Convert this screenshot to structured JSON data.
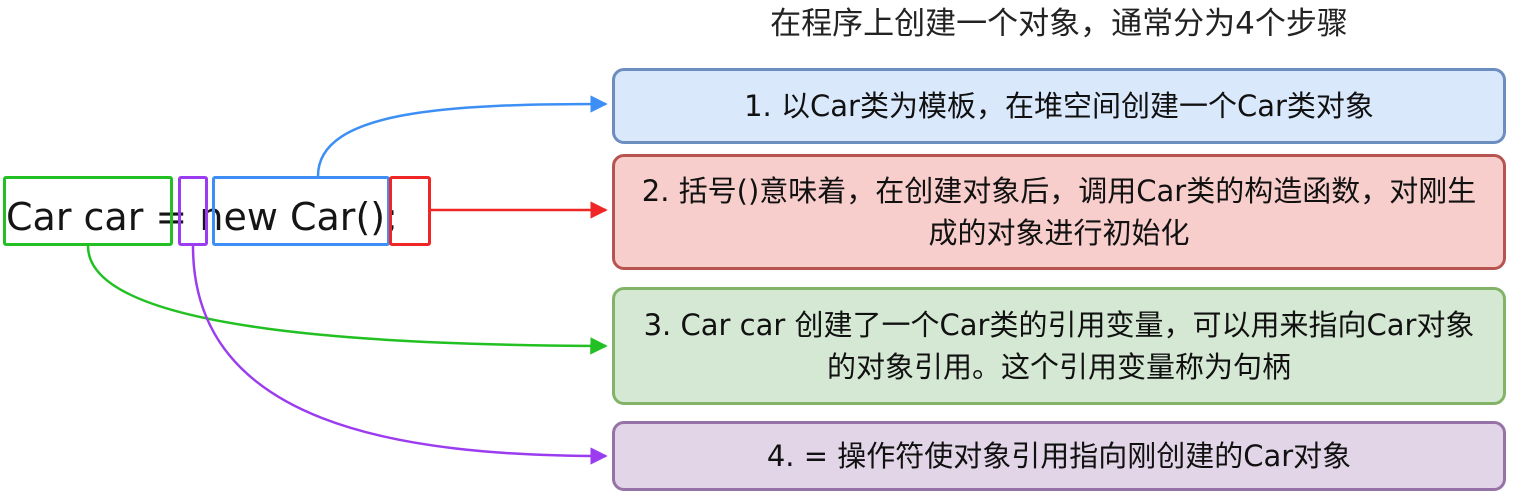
{
  "title": "在程序上创建一个对象，通常分为4个步骤",
  "code": {
    "decl": "Car car",
    "assign": "=",
    "newkw": "new Car",
    "parens": "()",
    "semi": ";"
  },
  "steps": [
    {
      "text": "1. 以Car类为模板，在堆空间创建一个Car类对象",
      "fill": "#dae8fc",
      "stroke": "#6c8ebf"
    },
    {
      "text": "2. 括号()意味着，在创建对象后，调用Car类的构造函数，对刚生成的对象进行初始化",
      "fill": "#f8cecc",
      "stroke": "#b85450"
    },
    {
      "text": "3. Car car 创建了一个Car类的引用变量，可以用来指向Car对象的对象引用。这个引用变量称为句柄",
      "fill": "#d5e8d4",
      "stroke": "#82b366"
    },
    {
      "text": "4. = 操作符使对象引用指向刚创建的Car对象",
      "fill": "#e1d5e7",
      "stroke": "#9673a6"
    }
  ],
  "colors": {
    "blue": "#3d8ff5",
    "red": "#f02626",
    "green": "#22c022",
    "purple": "#9b3cf0"
  }
}
